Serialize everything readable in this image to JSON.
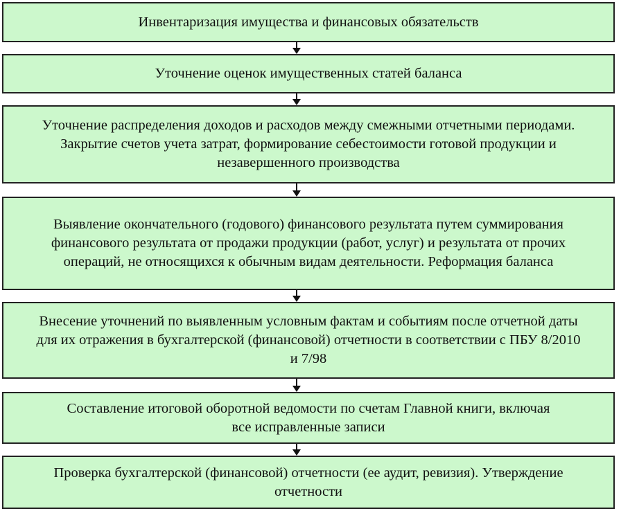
{
  "steps": [
    {
      "text": "Инвентаризация имущества и финансовых обязательств"
    },
    {
      "text": "Уточнение оценок имущественных статей баланса"
    },
    {
      "text": "Уточнение распределения доходов и расходов между смежными отчетными периодами. Закрытие счетов учета затрат, формирование себестоимости готовой продукции  и незавершенного производства"
    },
    {
      "text": "Выявление окончательного (годового) финансового результата путем суммирования финансового результата от продажи продукции (работ, услуг) и результата от прочих операций, не относящихся к обычным видам деятельности. Реформация баланса"
    },
    {
      "text": "Внесение уточнений по выявленным условным фактам и событиям после отчетной даты для их отражения в бухгалтерской (финансовой) отчетности в соответствии с ПБУ 8/2010 и 7/98"
    },
    {
      "text": "Составление итоговой оборотной ведомости по счетам Главной книги, включая все исправленные записи"
    },
    {
      "text": "Проверка бухгалтерской (финансовой) отчетности (ее аудит, ревизия). Утверждение отчетности"
    }
  ]
}
